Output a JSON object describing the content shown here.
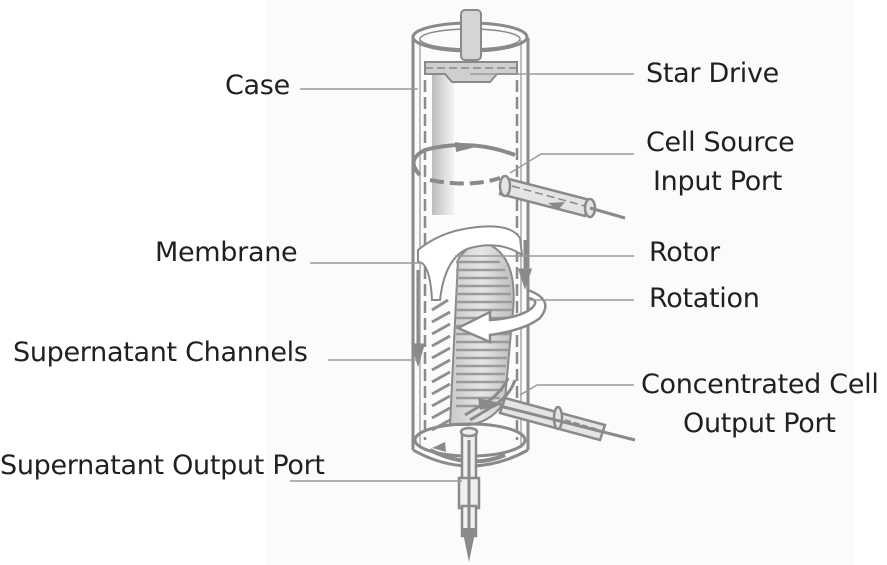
{
  "diagram": {
    "title": "",
    "colors": {
      "text": "#231f20",
      "leader_line": "#9a9a9a",
      "device_stroke": "#8a8a8a",
      "device_fill": "#d8d8d8",
      "background": "#ffffff"
    },
    "labels": {
      "case": "Case",
      "star_drive": "Star Drive",
      "cell_source_input_port_line1": "Cell Source",
      "cell_source_input_port_line2": "Input Port",
      "membrane": "Membrane",
      "rotor": "Rotor",
      "rotation": "Rotation",
      "supernatant_channels": "Supernatant Channels",
      "concentrated_cell_output_port_line1": "Concentrated Cell",
      "concentrated_cell_output_port_line2": "Output Port",
      "supernatant_output_port": "Supernatant Output Port"
    }
  }
}
